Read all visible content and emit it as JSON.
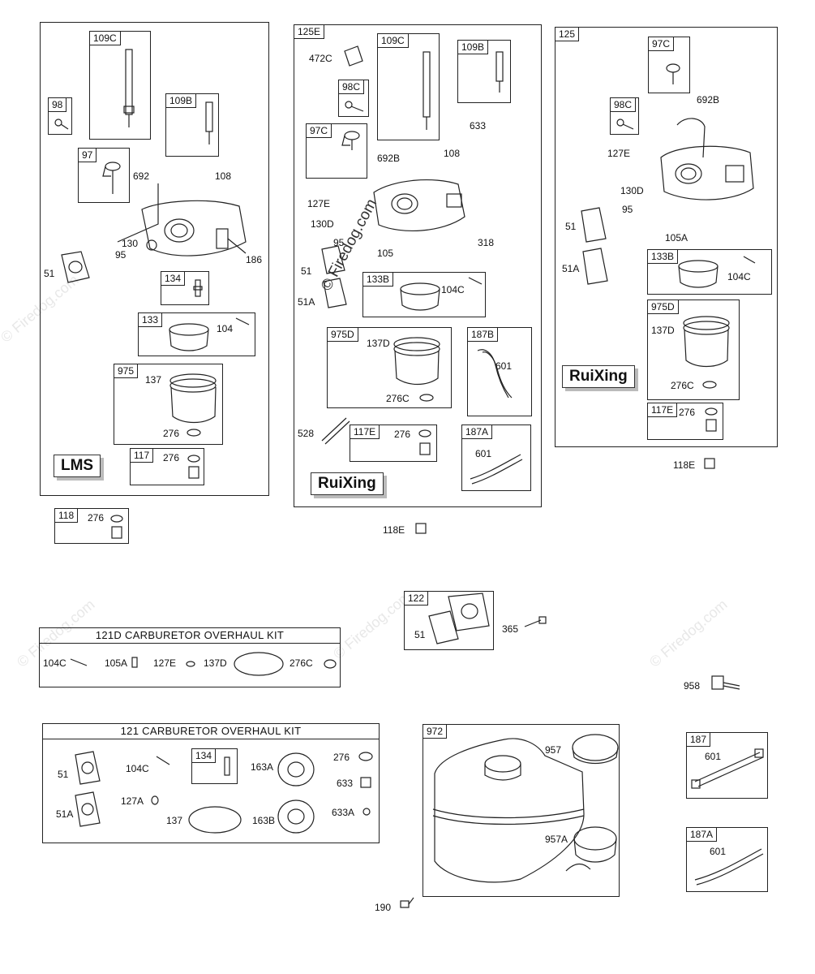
{
  "diagrams": {
    "lms": {
      "brand": "LMS",
      "labels": {
        "p109c": "109C",
        "p109b": "109B",
        "p98": "98",
        "p97": "97",
        "p692": "692",
        "p108": "108",
        "p130": "130",
        "p95": "95",
        "p51": "51",
        "p186": "186",
        "p134": "134",
        "p133": "133",
        "p104": "104",
        "p975": "975",
        "p137": "137",
        "p276": "276",
        "p117": "117",
        "p117_276": "276"
      }
    },
    "p118": {
      "tag": "118",
      "item": "276"
    },
    "ruixing_a": {
      "brand": "RuiXing",
      "labels": {
        "p125e": "125E",
        "p472c": "472C",
        "p109c": "109C",
        "p109b": "109B",
        "p98c": "98C",
        "p97c": "97C",
        "p633": "633",
        "p692b": "692B",
        "p108": "108",
        "p127e": "127E",
        "p130d": "130D",
        "p95": "95",
        "p105": "105",
        "p318": "318",
        "p51": "51",
        "p51a": "51A",
        "p133b": "133B",
        "p104c": "104C",
        "p975d": "975D",
        "p137d": "137D",
        "p276c": "276C",
        "p187b": "187B",
        "p601": "601",
        "p528": "528",
        "p117e": "117E",
        "p276": "276",
        "p187a": "187A",
        "p601b": "601"
      }
    },
    "p118e_mid": "118E",
    "ruixing_b": {
      "brand": "RuiXing",
      "labels": {
        "p125": "125",
        "p97c": "97C",
        "p692b": "692B",
        "p98c": "98C",
        "p127e": "127E",
        "p130d": "130D",
        "p95": "95",
        "p51": "51",
        "p105a": "105A",
        "p51a": "51A",
        "p133b": "133B",
        "p104c": "104C",
        "p975d": "975D",
        "p137d": "137D",
        "p276c": "276C",
        "p117e": "117E",
        "p276": "276"
      }
    },
    "p118e_right": "118E",
    "kit_121d": {
      "title": "121D CARBURETOR OVERHAUL KIT",
      "items": [
        "104C",
        "105A",
        "127E",
        "137D",
        "276C"
      ]
    },
    "p122": {
      "tag": "122",
      "item": "51"
    },
    "p365": "365",
    "p958": "958",
    "kit_121": {
      "title": "121 CARBURETOR OVERHAUL KIT",
      "labels": {
        "p51": "51",
        "p104c": "104C",
        "p134": "134",
        "p163a": "163A",
        "p276": "276",
        "p51a": "51A",
        "p127a": "127A",
        "p137": "137",
        "p163b": "163B",
        "p633": "633",
        "p633a": "633A"
      }
    },
    "tank": {
      "tag": "972",
      "p957": "957",
      "p957a": "957A",
      "p190": "190"
    },
    "line187": {
      "tag": "187",
      "item": "601"
    },
    "line187a": {
      "tag": "187A",
      "item": "601"
    }
  },
  "watermark": "© Firedog.com"
}
